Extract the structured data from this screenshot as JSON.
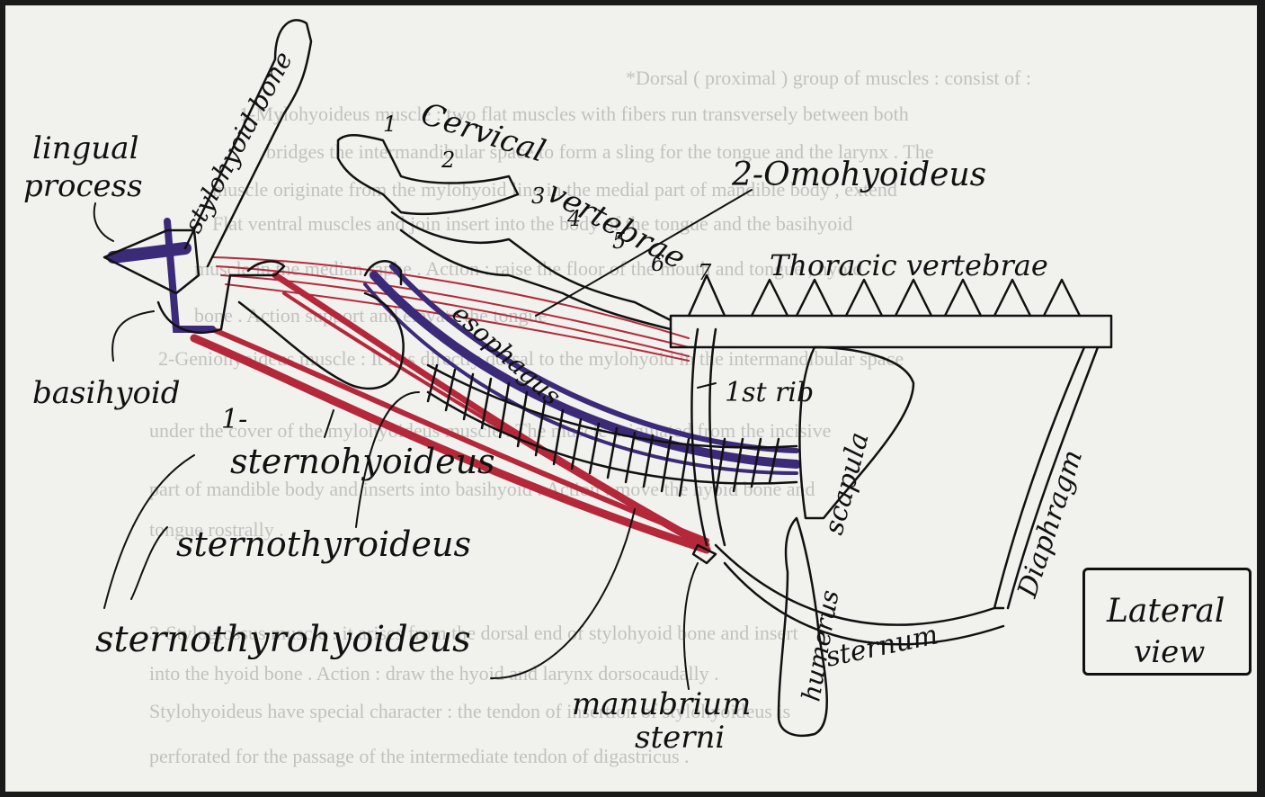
{
  "labels": {
    "lingual_process_1": "lingual",
    "lingual_process_2": "process",
    "stylohyoid_bone": "stylohyoid bone",
    "cervical_vertebrae_1": "Cervical",
    "cervical_vertebrae_2": "vertebrae",
    "omohyoideus": "2-Omohyoideus",
    "thoracic_vertebrae": "Thoracic vertebrae",
    "esophagus": "esophagus",
    "first_rib": "1st rib",
    "scapula": "scapula",
    "basihyoid": "basihyoid",
    "sternohyoideus_num": "1-",
    "sternohyoideus": "sternohyoideus",
    "sternothyroideus": "sternothyroideus",
    "sternothyrohyoideus": "sternothyrohyoideus",
    "humerus": "humerus",
    "sternum": "sternum",
    "diaphragm": "Diaphragm",
    "manubrium_1": "manubrium",
    "manubrium_2": "sterni",
    "lateral_1": "Lateral",
    "lateral_2": "view"
  },
  "vertebra_numbers": [
    "1",
    "2",
    "3",
    "4",
    "5",
    "6",
    "7"
  ],
  "colors": {
    "paper": "#f1f1ee",
    "ink": "#111111",
    "red_muscle": "#b5283a",
    "blue_muscle": "#3b2a78"
  },
  "bleed_text": [
    "*Dorsal ( proximal ) group of muscles : consist of :",
    "1-Mylohyoideus muscle : two flat muscles with fibers run transversely between both",
    "bridges the intermandibular space to form a sling for the tongue and the larynx . The",
    "muscle originate from the mylohyoid line in the medial part of mandible body , extend",
    "Flat ventral muscles and join insert into the body of the tongue and the basihyoid",
    "muscle in the median raphe . Action : raise the floor of the mouth and tongue , hyoid",
    "bone . Action support and elevate the tongue",
    "2-Geniohyoideus muscle : It lies directly dorsal to the mylohyoid in the intermandibular space",
    "under the cover of the mylohyoideus muscle . The muscle originated from the incisive",
    "part of mandible body and inserts into basihyoid . Action : move the hyoid bone and",
    "tongue rostrally .",
    "3-Styloglossus muscle : it arises from the dorsal end of stylohyoid bone and insert",
    "into the hyoid bone . Action : draw the hyoid and larynx dorsocaudally .",
    "Stylohyoideus have special character : the tendon of insertion of stylohyoideus is",
    "perforated for the passage of the intermediate tendon of digastricus ."
  ]
}
